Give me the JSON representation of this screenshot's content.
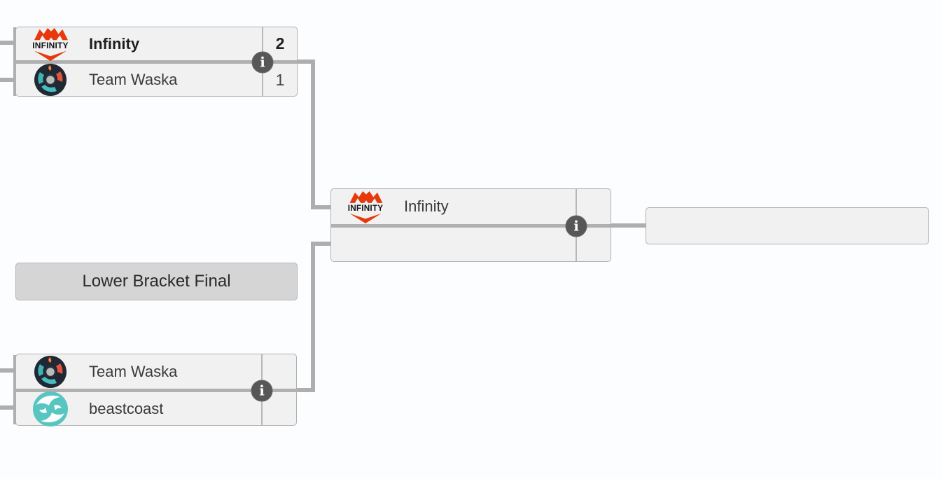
{
  "page": {
    "background": "#fcfdff",
    "round_label": "Lower Bracket Final"
  },
  "icons": {
    "info_glyph": "i",
    "infinity_logo": "red jagged double-M peaks, INFINITY wordmark, red chevron",
    "team_waska_logo": "dark circular emblem with teal and red-orange swirls",
    "beastcoast_logo": "teal circle with white wave swirl"
  },
  "colors": {
    "infinity_red": "#e8380d",
    "waska_dark": "#202833",
    "waska_teal": "#3db3b5",
    "waska_orange": "#e2543f",
    "beastcoast_teal": "#57c5c0",
    "connector_gray": "#aeaeae",
    "box_fill": "#f1f1f1",
    "label_fill": "#d5d5d5",
    "info_badge": "#575757"
  },
  "matches": {
    "upper": {
      "teams": [
        {
          "name": "Infinity",
          "score": "2",
          "winner": true,
          "logo": "infinity-logo"
        },
        {
          "name": "Team Waska",
          "score": "1",
          "winner": false,
          "logo": "team-waska-logo"
        }
      ]
    },
    "lower": {
      "teams": [
        {
          "name": "Team Waska",
          "score": "",
          "winner": false,
          "logo": "team-waska-logo"
        },
        {
          "name": "beastcoast",
          "score": "",
          "winner": false,
          "logo": "beastcoast-logo"
        }
      ]
    },
    "final": {
      "teams": [
        {
          "name": "Infinity",
          "score": "",
          "winner": false,
          "logo": "infinity-logo"
        },
        {
          "name": "",
          "score": "",
          "winner": false,
          "logo": ""
        }
      ]
    },
    "winner_slot": {
      "name": ""
    }
  }
}
